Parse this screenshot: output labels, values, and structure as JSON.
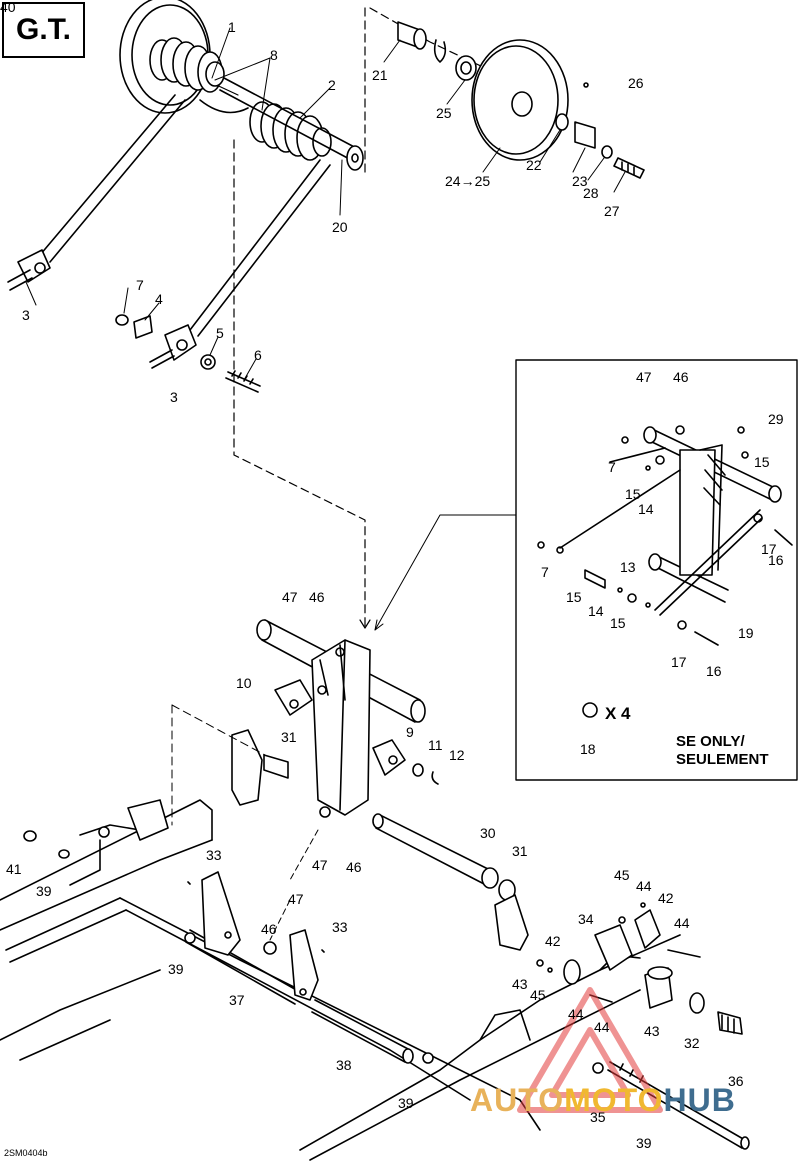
{
  "model_tag": "G.T.",
  "se_label_line1": "SE ONLY/",
  "se_label_line2": "SEULEMENT",
  "inset_qty": "X 4",
  "doc_ref": "2SM0404b",
  "watermark": {
    "part1": "AUTO",
    "part2": "MOTO",
    "part3": "HUB",
    "color_accent": "#e23b3b"
  },
  "callouts": [
    "1",
    "8",
    "2",
    "20",
    "3",
    "7",
    "4",
    "5",
    "6",
    "3",
    "21",
    "25",
    "24→25",
    "22",
    "23",
    "28",
    "27",
    "26",
    "47",
    "46",
    "29",
    "7",
    "15",
    "14",
    "15",
    "7",
    "13",
    "15",
    "14",
    "15",
    "17",
    "16",
    "17",
    "16",
    "19",
    "18",
    "47",
    "46",
    "10",
    "9",
    "11",
    "12",
    "31",
    "41",
    "39",
    "33",
    "47",
    "46",
    "47",
    "46",
    "33",
    "39",
    "37",
    "38",
    "39",
    "30",
    "31",
    "34",
    "42",
    "45",
    "44",
    "42",
    "44",
    "43",
    "45",
    "44",
    "44",
    "43",
    "32",
    "36",
    "35",
    "39",
    "40"
  ]
}
